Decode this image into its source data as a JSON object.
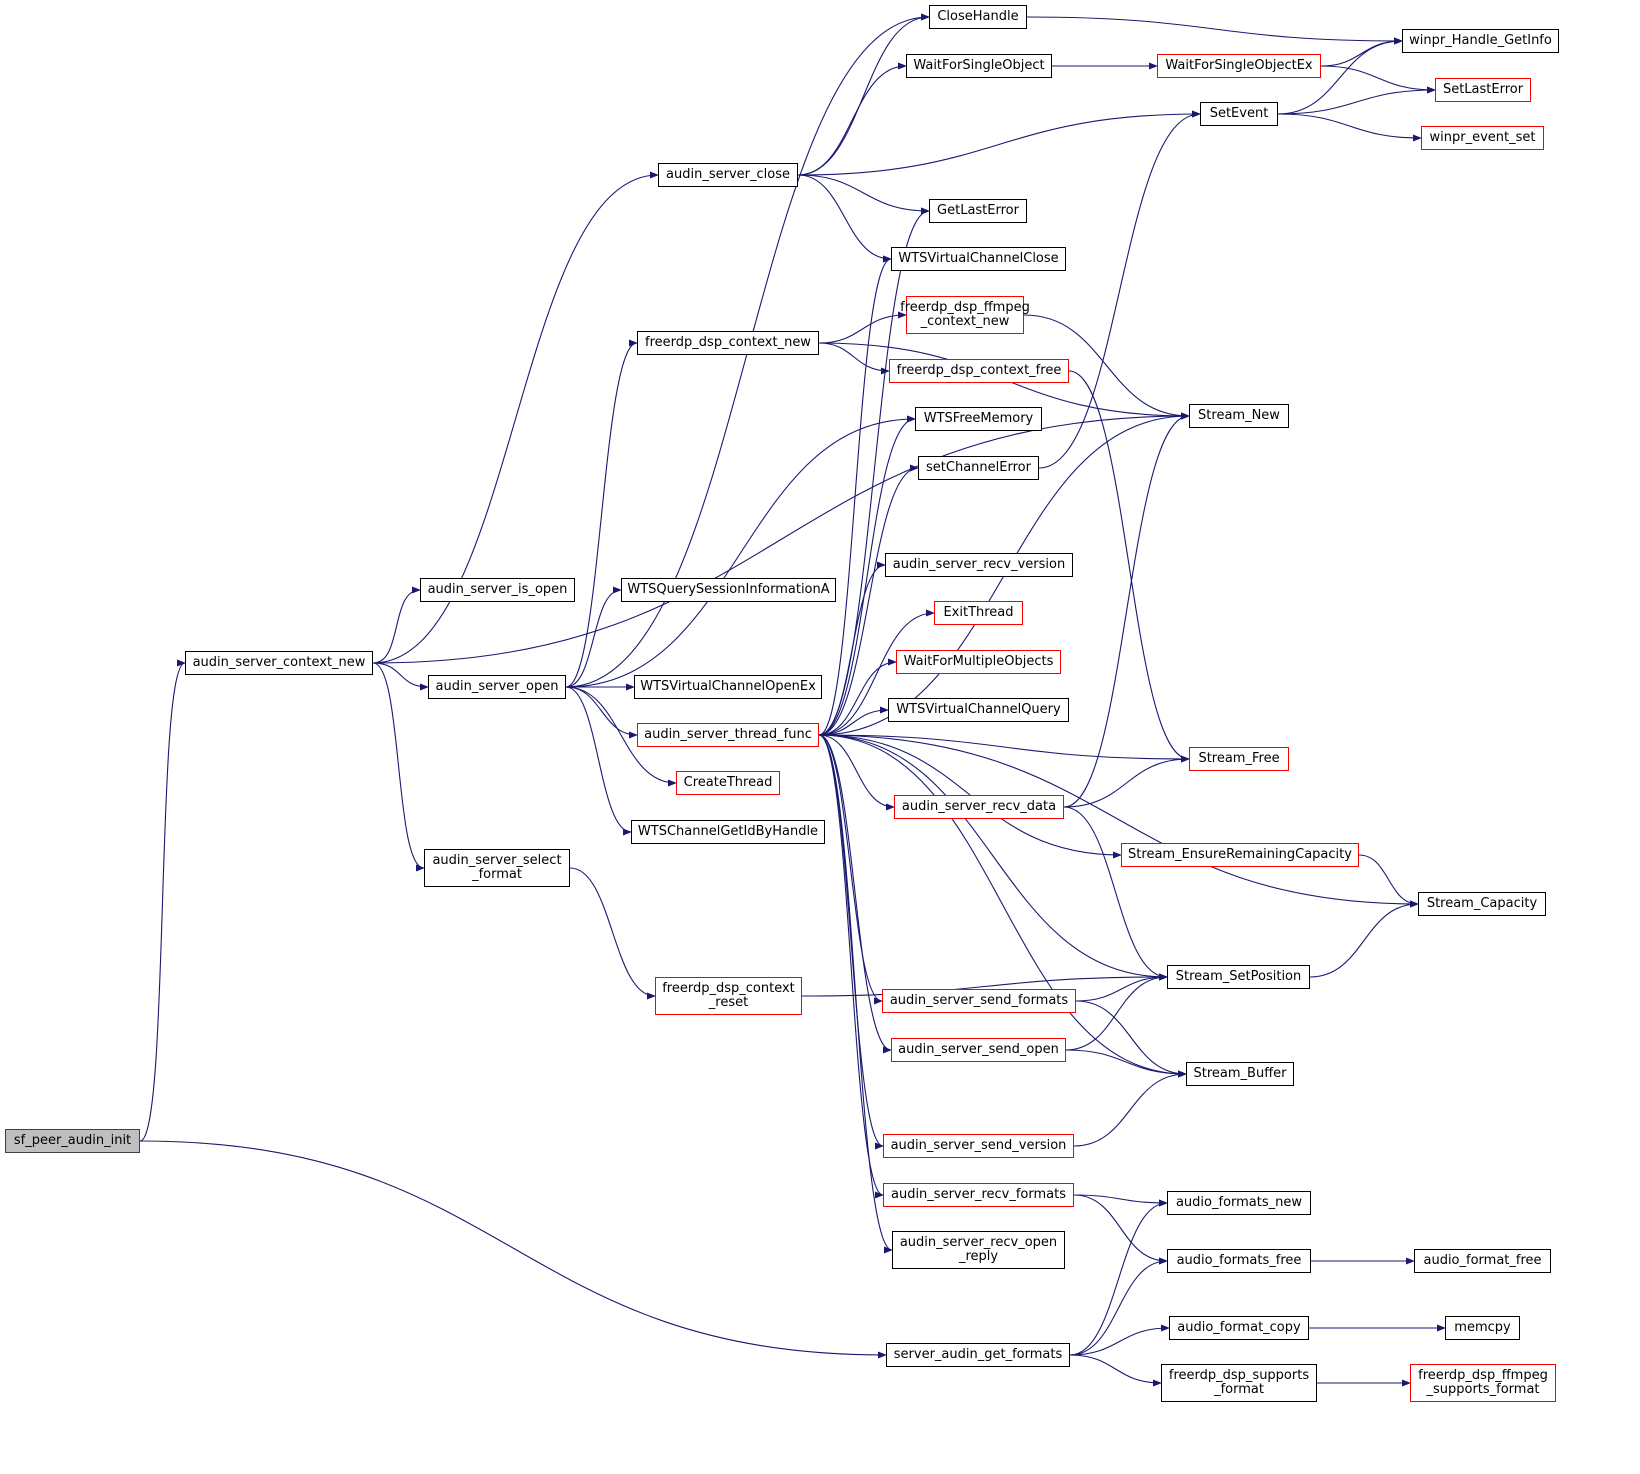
{
  "colors": {
    "edge": "#191970",
    "node_border": "#000000",
    "node_border_red": "#ff0000",
    "root_fill": "#bfbfbf"
  },
  "nodes": [
    {
      "id": "sf_peer_audin_init",
      "label": "sf_peer_audin_init",
      "style": "root"
    },
    {
      "id": "audin_server_context_new",
      "label": "audin_server_context_new",
      "style": "black"
    },
    {
      "id": "server_audin_get_formats",
      "label": "server_audin_get_formats",
      "style": "black"
    },
    {
      "id": "audin_server_close",
      "label": "audin_server_close",
      "style": "black"
    },
    {
      "id": "audin_server_is_open",
      "label": "audin_server_is_open",
      "style": "black"
    },
    {
      "id": "audin_server_open",
      "label": "audin_server_open",
      "style": "black"
    },
    {
      "id": "audin_server_select_format",
      "label": "audin_server_select\n_format",
      "style": "black"
    },
    {
      "id": "freerdp_dsp_context_new",
      "label": "freerdp_dsp_context_new",
      "style": "black"
    },
    {
      "id": "WTSQuerySessionInformationA",
      "label": "WTSQuerySessionInformationA",
      "style": "black"
    },
    {
      "id": "WTSVirtualChannelOpenEx",
      "label": "WTSVirtualChannelOpenEx",
      "style": "black"
    },
    {
      "id": "audin_server_thread_func",
      "label": "audin_server_thread_func",
      "style": "red"
    },
    {
      "id": "CreateThread",
      "label": "CreateThread",
      "style": "red"
    },
    {
      "id": "WTSChannelGetIdByHandle",
      "label": "WTSChannelGetIdByHandle",
      "style": "black"
    },
    {
      "id": "freerdp_dsp_context_reset",
      "label": "freerdp_dsp_context\n_reset",
      "style": "red"
    },
    {
      "id": "CloseHandle",
      "label": "CloseHandle",
      "style": "black"
    },
    {
      "id": "WaitForSingleObject",
      "label": "WaitForSingleObject",
      "style": "black"
    },
    {
      "id": "GetLastError",
      "label": "GetLastError",
      "style": "black"
    },
    {
      "id": "WTSVirtualChannelClose",
      "label": "WTSVirtualChannelClose",
      "style": "black"
    },
    {
      "id": "freerdp_dsp_ffmpeg_context_new",
      "label": "freerdp_dsp_ffmpeg\n_context_new",
      "style": "red"
    },
    {
      "id": "freerdp_dsp_context_free",
      "label": "freerdp_dsp_context_free",
      "style": "red"
    },
    {
      "id": "WTSFreeMemory",
      "label": "WTSFreeMemory",
      "style": "black"
    },
    {
      "id": "setChannelError",
      "label": "setChannelError",
      "style": "black"
    },
    {
      "id": "audin_server_recv_version",
      "label": "audin_server_recv_version",
      "style": "black"
    },
    {
      "id": "ExitThread",
      "label": "ExitThread",
      "style": "red"
    },
    {
      "id": "WaitForMultipleObjects",
      "label": "WaitForMultipleObjects",
      "style": "red"
    },
    {
      "id": "WTSVirtualChannelQuery",
      "label": "WTSVirtualChannelQuery",
      "style": "black"
    },
    {
      "id": "audin_server_recv_data",
      "label": "audin_server_recv_data",
      "style": "red"
    },
    {
      "id": "audin_server_send_formats",
      "label": "audin_server_send_formats",
      "style": "red"
    },
    {
      "id": "audin_server_send_open",
      "label": "audin_server_send_open",
      "style": "red"
    },
    {
      "id": "audin_server_send_version",
      "label": "audin_server_send_version",
      "style": "red"
    },
    {
      "id": "audin_server_recv_formats",
      "label": "audin_server_recv_formats",
      "style": "red"
    },
    {
      "id": "audin_server_recv_open_reply",
      "label": "audin_server_recv_open\n_reply",
      "style": "black"
    },
    {
      "id": "WaitForSingleObjectEx",
      "label": "WaitForSingleObjectEx",
      "style": "red"
    },
    {
      "id": "SetEvent",
      "label": "SetEvent",
      "style": "black"
    },
    {
      "id": "Stream_New",
      "label": "Stream_New",
      "style": "black"
    },
    {
      "id": "Stream_Free",
      "label": "Stream_Free",
      "style": "red"
    },
    {
      "id": "Stream_EnsureRemainingCapacity",
      "label": "Stream_EnsureRemainingCapacity",
      "style": "red"
    },
    {
      "id": "Stream_SetPosition",
      "label": "Stream_SetPosition",
      "style": "black"
    },
    {
      "id": "Stream_Buffer",
      "label": "Stream_Buffer",
      "style": "black"
    },
    {
      "id": "audio_formats_new",
      "label": "audio_formats_new",
      "style": "black"
    },
    {
      "id": "audio_formats_free",
      "label": "audio_formats_free",
      "style": "black"
    },
    {
      "id": "audio_format_copy",
      "label": "audio_format_copy",
      "style": "black"
    },
    {
      "id": "freerdp_dsp_supports_format",
      "label": "freerdp_dsp_supports\n_format",
      "style": "black"
    },
    {
      "id": "winpr_Handle_GetInfo",
      "label": "winpr_Handle_GetInfo",
      "style": "black"
    },
    {
      "id": "SetLastError",
      "label": "SetLastError",
      "style": "red"
    },
    {
      "id": "winpr_event_set",
      "label": "winpr_event_set",
      "style": "red"
    },
    {
      "id": "Stream_Capacity",
      "label": "Stream_Capacity",
      "style": "black"
    },
    {
      "id": "audio_format_free",
      "label": "audio_format_free",
      "style": "black"
    },
    {
      "id": "memcpy",
      "label": "memcpy",
      "style": "black"
    },
    {
      "id": "freerdp_dsp_ffmpeg_supports_format",
      "label": "freerdp_dsp_ffmpeg\n_supports_format",
      "style": "red"
    }
  ],
  "edges": [
    [
      "sf_peer_audin_init",
      "audin_server_context_new"
    ],
    [
      "sf_peer_audin_init",
      "server_audin_get_formats"
    ],
    [
      "audin_server_context_new",
      "audin_server_close"
    ],
    [
      "audin_server_context_new",
      "audin_server_is_open"
    ],
    [
      "audin_server_context_new",
      "audin_server_open"
    ],
    [
      "audin_server_context_new",
      "audin_server_select_format"
    ],
    [
      "audin_server_context_new",
      "Stream_New"
    ],
    [
      "audin_server_close",
      "CloseHandle"
    ],
    [
      "audin_server_close",
      "WaitForSingleObject"
    ],
    [
      "audin_server_close",
      "SetEvent"
    ],
    [
      "audin_server_close",
      "GetLastError"
    ],
    [
      "audin_server_close",
      "WTSVirtualChannelClose"
    ],
    [
      "audin_server_open",
      "CloseHandle"
    ],
    [
      "audin_server_open",
      "freerdp_dsp_context_new"
    ],
    [
      "audin_server_open",
      "WTSQuerySessionInformationA"
    ],
    [
      "audin_server_open",
      "WTSVirtualChannelOpenEx"
    ],
    [
      "audin_server_open",
      "audin_server_thread_func"
    ],
    [
      "audin_server_open",
      "CreateThread"
    ],
    [
      "audin_server_open",
      "WTSChannelGetIdByHandle"
    ],
    [
      "audin_server_open",
      "WTSFreeMemory"
    ],
    [
      "audin_server_select_format",
      "freerdp_dsp_context_reset"
    ],
    [
      "freerdp_dsp_context_new",
      "Stream_New"
    ],
    [
      "freerdp_dsp_context_new",
      "freerdp_dsp_ffmpeg_context_new"
    ],
    [
      "freerdp_dsp_context_new",
      "freerdp_dsp_context_free"
    ],
    [
      "freerdp_dsp_context_reset",
      "Stream_SetPosition"
    ],
    [
      "audin_server_thread_func",
      "GetLastError"
    ],
    [
      "audin_server_thread_func",
      "WTSVirtualChannelClose"
    ],
    [
      "audin_server_thread_func",
      "WTSFreeMemory"
    ],
    [
      "audin_server_thread_func",
      "setChannelError"
    ],
    [
      "audin_server_thread_func",
      "Stream_New"
    ],
    [
      "audin_server_thread_func",
      "audin_server_recv_version"
    ],
    [
      "audin_server_thread_func",
      "ExitThread"
    ],
    [
      "audin_server_thread_func",
      "WaitForMultipleObjects"
    ],
    [
      "audin_server_thread_func",
      "WTSVirtualChannelQuery"
    ],
    [
      "audin_server_thread_func",
      "Stream_Free"
    ],
    [
      "audin_server_thread_func",
      "audin_server_recv_data"
    ],
    [
      "audin_server_thread_func",
      "Stream_EnsureRemainingCapacity"
    ],
    [
      "audin_server_thread_func",
      "Stream_Capacity"
    ],
    [
      "audin_server_thread_func",
      "Stream_SetPosition"
    ],
    [
      "audin_server_thread_func",
      "audin_server_send_formats"
    ],
    [
      "audin_server_thread_func",
      "audin_server_send_open"
    ],
    [
      "audin_server_thread_func",
      "Stream_Buffer"
    ],
    [
      "audin_server_thread_func",
      "audin_server_send_version"
    ],
    [
      "audin_server_thread_func",
      "audin_server_recv_formats"
    ],
    [
      "audin_server_thread_func",
      "audin_server_recv_open_reply"
    ],
    [
      "freerdp_dsp_ffmpeg_context_new",
      "Stream_New"
    ],
    [
      "freerdp_dsp_context_free",
      "Stream_Free"
    ],
    [
      "setChannelError",
      "SetEvent"
    ],
    [
      "audin_server_recv_data",
      "Stream_New"
    ],
    [
      "audin_server_recv_data",
      "Stream_Free"
    ],
    [
      "audin_server_recv_data",
      "Stream_SetPosition"
    ],
    [
      "audin_server_send_formats",
      "Stream_SetPosition"
    ],
    [
      "audin_server_send_formats",
      "Stream_Buffer"
    ],
    [
      "audin_server_send_open",
      "Stream_SetPosition"
    ],
    [
      "audin_server_send_open",
      "Stream_Buffer"
    ],
    [
      "audin_server_send_version",
      "Stream_Buffer"
    ],
    [
      "audin_server_recv_formats",
      "audio_formats_new"
    ],
    [
      "audin_server_recv_formats",
      "audio_formats_free"
    ],
    [
      "WaitForSingleObject",
      "WaitForSingleObjectEx"
    ],
    [
      "WaitForSingleObjectEx",
      "winpr_Handle_GetInfo"
    ],
    [
      "WaitForSingleObjectEx",
      "SetLastError"
    ],
    [
      "CloseHandle",
      "winpr_Handle_GetInfo"
    ],
    [
      "SetEvent",
      "winpr_Handle_GetInfo"
    ],
    [
      "SetEvent",
      "SetLastError"
    ],
    [
      "SetEvent",
      "winpr_event_set"
    ],
    [
      "Stream_EnsureRemainingCapacity",
      "Stream_Capacity"
    ],
    [
      "Stream_SetPosition",
      "Stream_Capacity"
    ],
    [
      "audio_formats_free",
      "audio_format_free"
    ],
    [
      "server_audin_get_formats",
      "audio_formats_new"
    ],
    [
      "server_audin_get_formats",
      "audio_formats_free"
    ],
    [
      "server_audin_get_formats",
      "audio_format_copy"
    ],
    [
      "server_audin_get_formats",
      "freerdp_dsp_supports_format"
    ],
    [
      "audio_format_copy",
      "memcpy"
    ],
    [
      "freerdp_dsp_supports_format",
      "freerdp_dsp_ffmpeg_supports_format"
    ]
  ]
}
